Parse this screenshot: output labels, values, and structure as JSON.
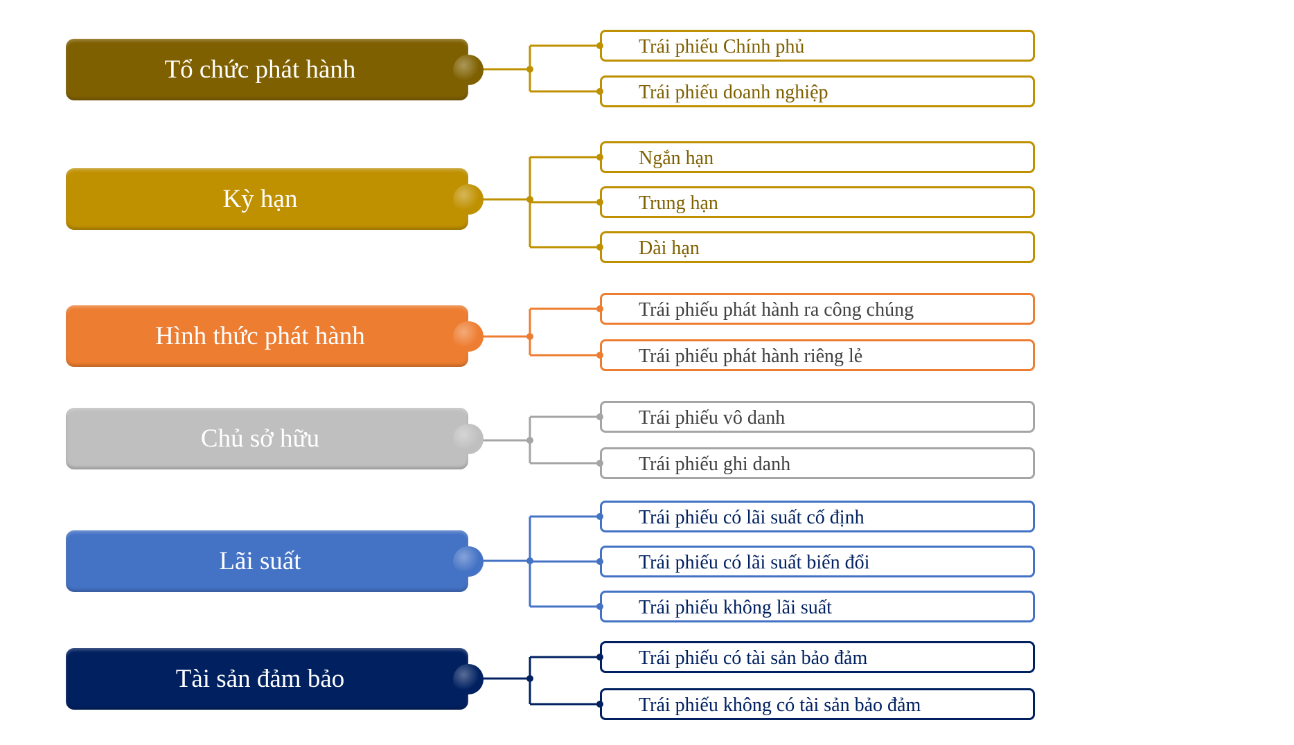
{
  "groups": [
    {
      "label": "Tổ chức phát hành",
      "color": "#7F6000",
      "line_color": "#BF9000",
      "text_color": "#7F6000",
      "children": [
        "Trái phiếu Chính phủ",
        "Trái phiếu doanh nghiệp"
      ]
    },
    {
      "label": "Kỳ hạn",
      "color": "#BF9000",
      "line_color": "#BF9000",
      "text_color": "#7F6000",
      "children": [
        "Ngắn hạn",
        "Trung hạn",
        "Dài hạn"
      ]
    },
    {
      "label": "Hình thức phát hành",
      "color": "#ED7D31",
      "line_color": "#ED7D31",
      "text_color": "#404040",
      "children": [
        "Trái phiếu phát hành ra công chúng",
        "Trái phiếu phát hành riêng lẻ"
      ]
    },
    {
      "label": "Chủ sở hữu",
      "color": "#BFBFBF",
      "line_color": "#A5A5A5",
      "text_color": "#404040",
      "children": [
        "Trái phiếu vô danh",
        "Trái phiếu ghi danh"
      ]
    },
    {
      "label": "Lãi suất",
      "color": "#4472C4",
      "line_color": "#4472C4",
      "text_color": "#002060",
      "children": [
        "Trái phiếu có lãi suất cố định",
        "Trái phiếu có lãi suất biến đổi",
        "Trái phiếu không lãi suất"
      ]
    },
    {
      "label": "Tài sản đảm bảo",
      "color": "#002060",
      "line_color": "#002060",
      "text_color": "#002060",
      "children": [
        "Trái phiếu có tài sản bảo đảm",
        "Trái phiếu không có tài sản bảo đảm"
      ]
    }
  ]
}
